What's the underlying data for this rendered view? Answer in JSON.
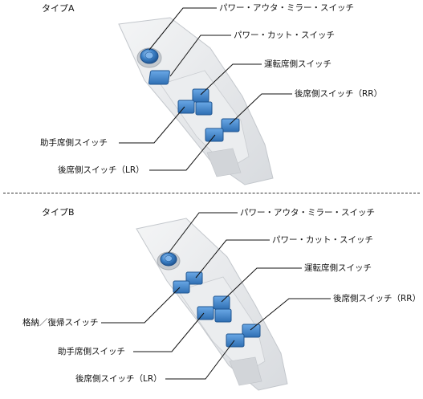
{
  "typeA": {
    "title": "タイプA",
    "labels": {
      "power_outside_mirror": "パワー・アウタ・ミラー・スイッチ",
      "power_cut": "パワー・カット・スイッチ",
      "driver_seat": "運転席側スイッチ",
      "rear_rr": "後席側スイッチ（RR）",
      "passenger_seat": "助手席側スイッチ",
      "rear_lr": "後席側スイッチ（LR）"
    }
  },
  "typeB": {
    "title": "タイプB",
    "labels": {
      "power_outside_mirror": "パワー・アウタ・ミラー・スイッチ",
      "power_cut": "パワー・カット・スイッチ",
      "driver_seat": "運転席側スイッチ",
      "rear_rr": "後席側スイッチ（RR）",
      "retract_return": "格納／復帰スイッチ",
      "passenger_seat": "助手席側スイッチ",
      "rear_lr": "後席側スイッチ（LR）"
    }
  },
  "colors": {
    "switch_blue": "#3a7fc6",
    "panel_gray": "#e6e8ea",
    "line": "#111111"
  }
}
